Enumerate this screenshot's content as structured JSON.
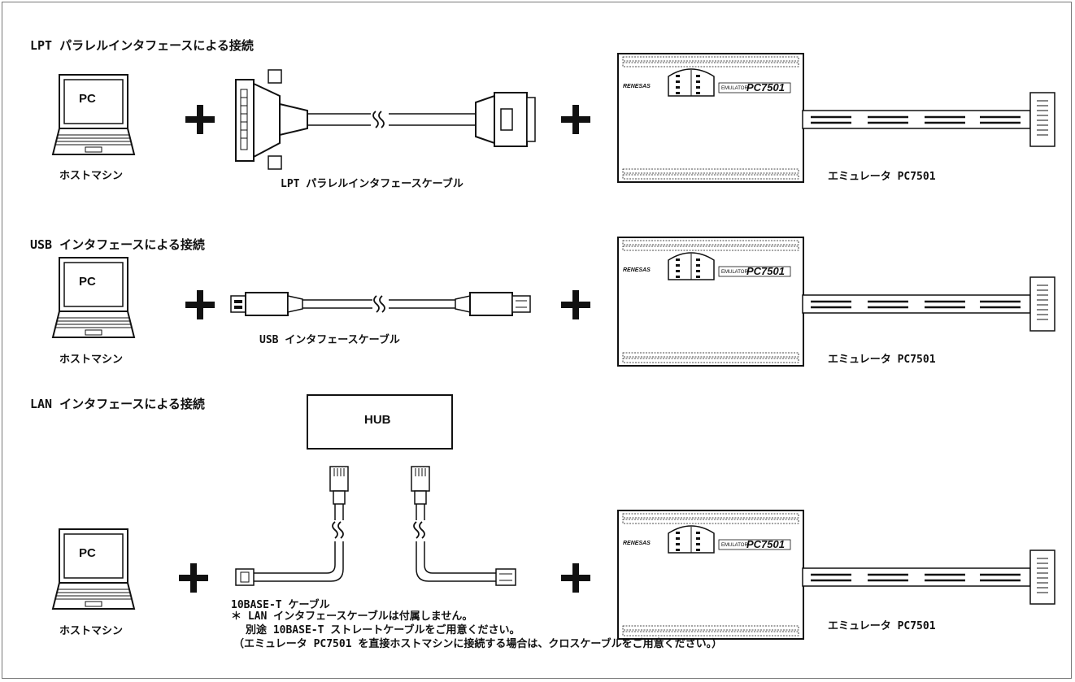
{
  "sections": [
    {
      "heading": "LPT パラレルインタフェースによる接続",
      "pc_label": "PC",
      "host_caption": "ホストマシン",
      "cable_caption": "LPT パラレルインタフェースケーブル",
      "emulator_caption": "エミュレータ PC7501"
    },
    {
      "heading": "USB インタフェースによる接続",
      "pc_label": "PC",
      "host_caption": "ホストマシン",
      "cable_caption": "USB インタフェースケーブル",
      "emulator_caption": "エミュレータ PC7501"
    },
    {
      "heading": "LAN インタフェースによる接続",
      "pc_label": "PC",
      "host_caption": "ホストマシン",
      "hub_label": "HUB",
      "cable_caption": "10BASE-T ケーブル",
      "notes": [
        "＊ LAN インタフェースケーブルは付属しません。",
        "別途 10BASE-T ストレートケーブルをご用意ください。",
        "（エミュレータ PC7501 を直接ホストマシンに接続する場合は、クロスケーブルをご用意ください。）"
      ],
      "emulator_caption": "エミュレータ PC7501"
    }
  ],
  "emulator": {
    "brand": "RENESAS",
    "model_prefix": "EMULATOR",
    "model": "PC7501"
  },
  "plus_symbol": "+"
}
